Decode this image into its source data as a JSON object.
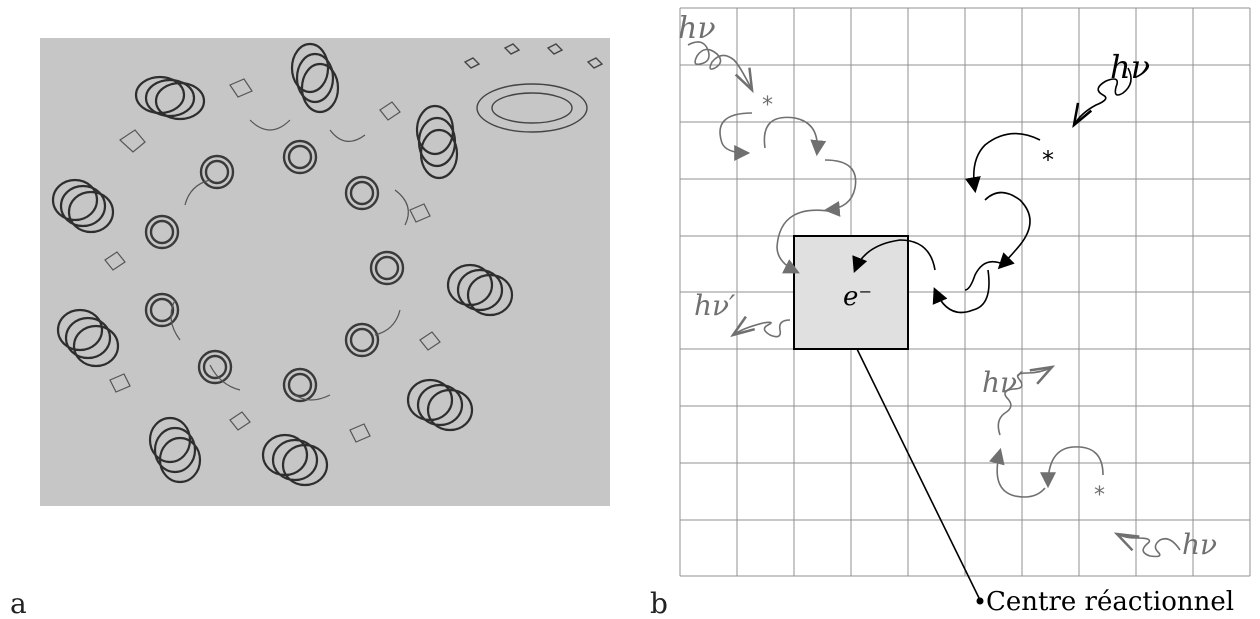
{
  "panel_a": {
    "label": "a"
  },
  "panel_b": {
    "label": "b",
    "photon_in_1": "hν",
    "photon_in_2": "hν",
    "photon_in_3": "hν",
    "photon_out_1": "hν′",
    "photon_out_2": "hν′",
    "excitation_mark_1": "*",
    "excitation_mark_2": "*",
    "excitation_mark_3": "*",
    "electron": "e⁻",
    "reaction_center_label": "Centre réactionnel"
  },
  "colors": {
    "gray": "#707070",
    "black": "#000000",
    "photo_bg": "#c6c6c6",
    "center_fill": "#e0e0e0"
  }
}
